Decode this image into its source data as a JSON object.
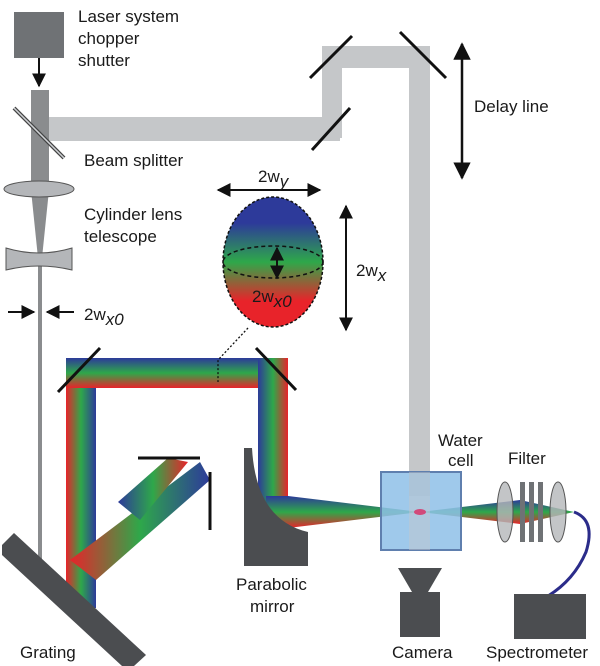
{
  "labels": {
    "laser_line1": "Laser system",
    "laser_line2": "chopper",
    "laser_line3": "shutter",
    "beam_splitter": "Beam splitter",
    "cyl_line1": "Cylinder lens",
    "cyl_line2": "telescope",
    "w_x0_arrow": "2w",
    "w_x0_sub": "x0",
    "delay_line": "Delay line",
    "w_y": "2w",
    "w_y_sub": "y",
    "w_x": "2w",
    "w_x_sub": "x",
    "w_x0_center": "2w",
    "w_x0_center_sub": "x0",
    "water_line1": "Water",
    "water_line2": "cell",
    "filter": "Filter",
    "parabolic_line1": "Parabolic",
    "parabolic_line2": "mirror",
    "grating": "Grating",
    "camera": "Camera",
    "spectrometer": "Spectrometer"
  },
  "colors": {
    "pump_beam": "#c5c7c9",
    "probe_beam": "#8a8c8e",
    "mirror": "#1a1a1a",
    "laser_box": "#6f7275",
    "grating": "#4b4d50",
    "spectrum_red": "#e8232a",
    "spectrum_green": "#2ea84a",
    "spectrum_blue": "#2d3a9a",
    "water_cell": "#8ec0e8",
    "fiber": "#2b2c8a"
  }
}
